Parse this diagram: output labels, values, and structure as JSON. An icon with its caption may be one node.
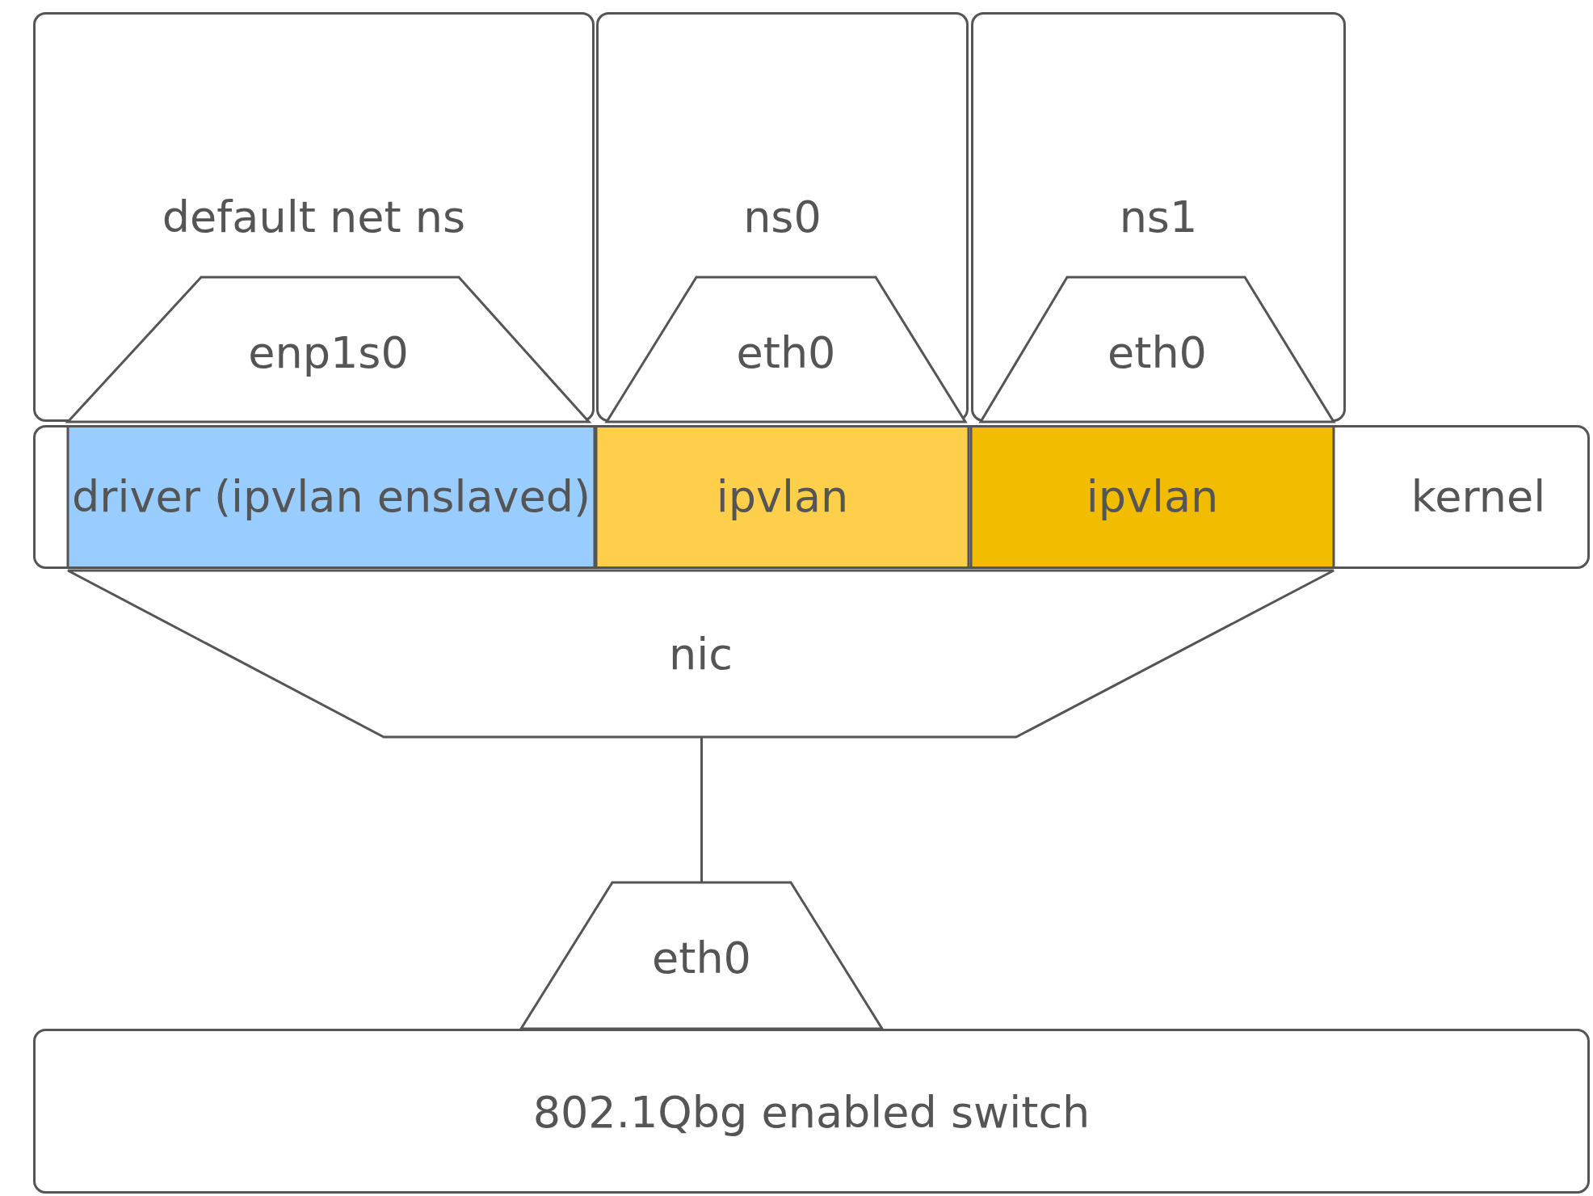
{
  "diagram": {
    "nodes": [
      {
        "text": [
          "default net ns"
        ]
      },
      {
        "text": [
          "enp1s0"
        ],
        "in": 0
      },
      {
        "text": [
          "ns0"
        ]
      },
      {
        "text": [
          "eth0"
        ],
        "in": 2
      },
      {
        "text": [
          "ns1"
        ]
      },
      {
        "text": [
          "eth0"
        ],
        "in": 4
      },
      {
        "text": [
          "kernel"
        ]
      },
      {
        "text": [
          "driver (ipvlan enslaved)"
        ],
        "in": 6
      },
      {
        "text": [
          "ipvlan"
        ],
        "in": 6
      },
      {
        "text": [
          "ipvlan"
        ],
        "in": 6
      },
      {
        "text": [
          "nic"
        ]
      },
      {
        "text": [
          "eth0"
        ]
      },
      {
        "text": [
          "802.1Qbg enabled switch"
        ]
      }
    ],
    "edges": [
      {
        "from": 10,
        "to": 11,
        "arrow": "none"
      }
    ]
  }
}
